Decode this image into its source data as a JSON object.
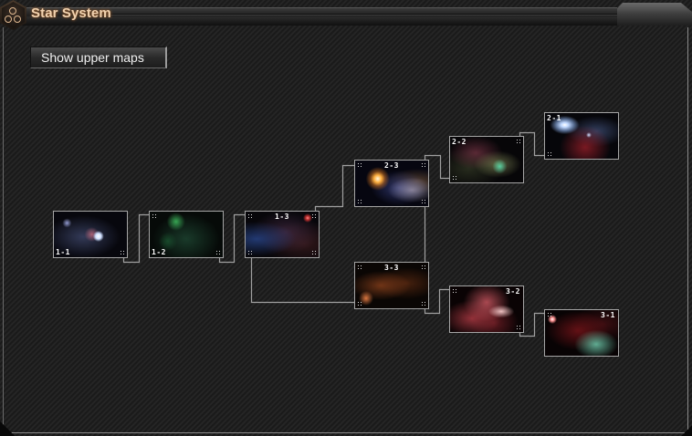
{
  "window": {
    "title": "Star System",
    "logo_icon": "triple-circle-emblem",
    "accent_color": "#f0d2b0",
    "border_color": "#a5a5a5"
  },
  "toolbar": {
    "show_upper_maps_label": "Show upper maps"
  },
  "map": {
    "nodes": [
      {
        "id": "1-1",
        "label": "1-1",
        "theme": "blue-nebula"
      },
      {
        "id": "1-2",
        "label": "1-2",
        "theme": "green-nebula"
      },
      {
        "id": "1-3",
        "label": "1-3",
        "theme": "dark-nebula-red-star"
      },
      {
        "id": "2-3",
        "label": "2-3",
        "theme": "orange-sun-nebula"
      },
      {
        "id": "3-3",
        "label": "3-3",
        "theme": "brown-nebula"
      },
      {
        "id": "2-2",
        "label": "2-2",
        "theme": "teal-nebula"
      },
      {
        "id": "2-1",
        "label": "2-1",
        "theme": "spiral-galaxy"
      },
      {
        "id": "3-2",
        "label": "3-2",
        "theme": "red-nebula"
      },
      {
        "id": "3-1",
        "label": "3-1",
        "theme": "red-teal-nebula"
      }
    ],
    "links": [
      [
        "1-1",
        "1-2"
      ],
      [
        "1-2",
        "1-3"
      ],
      [
        "1-3",
        "2-3"
      ],
      [
        "1-3",
        "3-3"
      ],
      [
        "2-3",
        "3-3"
      ],
      [
        "2-3",
        "2-2"
      ],
      [
        "2-2",
        "2-1"
      ],
      [
        "3-3",
        "3-2"
      ],
      [
        "3-2",
        "3-1"
      ]
    ]
  }
}
